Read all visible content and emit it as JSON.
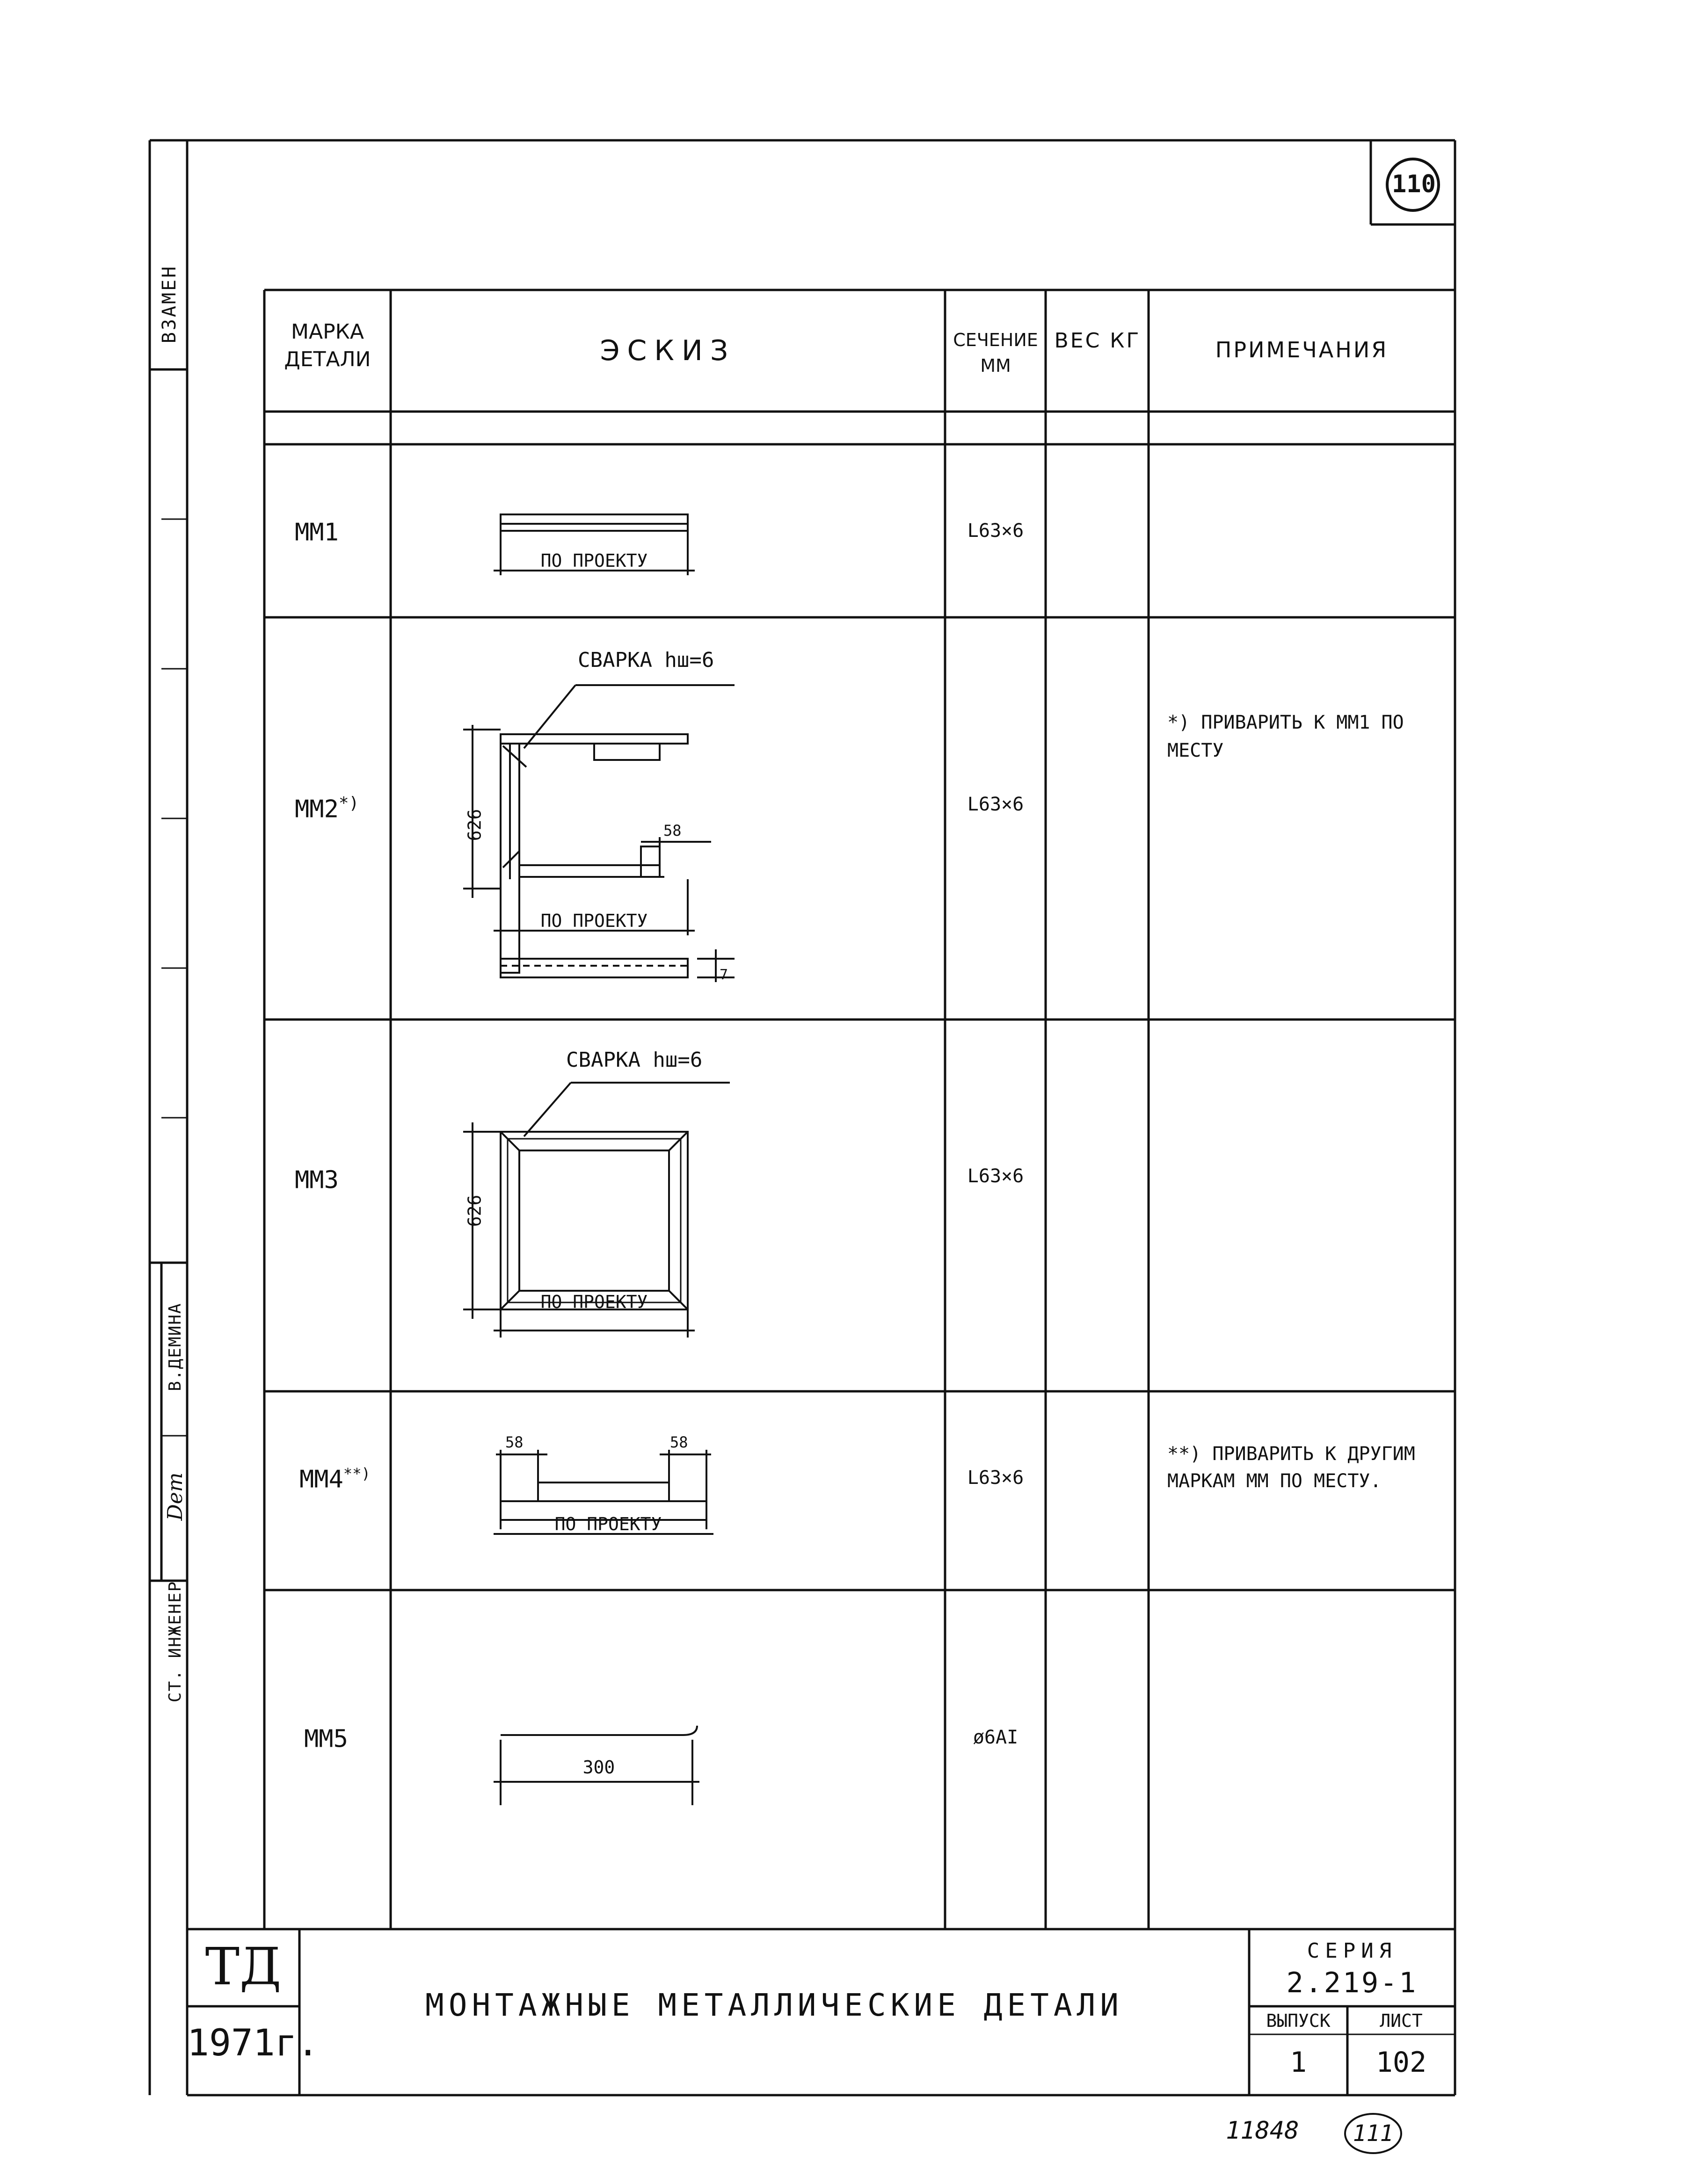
{
  "page_badge": "110",
  "side_stamp": {
    "vzamen": "ВЗАМЕН",
    "author": "В.ДЕМИНА",
    "position": "СТ. ИНЖЕНЕР",
    "signature": "Dem"
  },
  "table": {
    "headers": {
      "mark": "МАРКА ДЕТАЛИ",
      "sketch": "ЭСКИЗ",
      "section": "СЕЧЕНИЕ ММ",
      "weight": "ВЕС КГ",
      "notes": "ПРИМЕЧАНИЯ"
    },
    "rows": [
      {
        "mark": "ММ1",
        "mark_sup": "",
        "section": "L63×6",
        "weight": "",
        "note": "",
        "sketch": {
          "dim_bottom": "ПО ПРОЕКТУ"
        }
      },
      {
        "mark": "ММ2",
        "mark_sup": "*)",
        "section": "L63×6",
        "weight": "",
        "note": "*) ПРИВАРИТЬ К ММ1 ПО МЕСТУ",
        "sketch": {
          "weld": "СВАРКА hш=6",
          "dim_left": "626",
          "dim_small": "58",
          "dim_bottom": "ПО ПРОЕКТУ",
          "dim_side": "7"
        }
      },
      {
        "mark": "ММ3",
        "mark_sup": "",
        "section": "L63×6",
        "weight": "",
        "note": "",
        "sketch": {
          "weld": "СВАРКА hш=6",
          "dim_left": "626",
          "dim_bottom": "ПО ПРОЕКТУ"
        }
      },
      {
        "mark": "ММ4",
        "mark_sup": "**)",
        "section": "L63×6",
        "weight": "",
        "note": "**) ПРИВАРИТЬ К ДРУГИМ МАРКАМ ММ ПО МЕСТУ.",
        "sketch": {
          "dim_left": "58",
          "dim_right": "58",
          "dim_bottom": "ПО ПРОЕКТУ"
        }
      },
      {
        "mark": "ММ5",
        "mark_sup": "",
        "section": "ø6AI",
        "weight": "",
        "note": "",
        "sketch": {
          "dim_bottom": "300"
        }
      }
    ]
  },
  "title_block": {
    "org": "ТД",
    "year": "1971г.",
    "title": "МОНТАЖНЫЕ МЕТАЛЛИЧЕСКИЕ ДЕТАЛИ",
    "series_label": "СЕРИЯ",
    "series_value": "2.219-1",
    "issue_label": "ВЫПУСК",
    "issue_value": "1",
    "sheet_label": "ЛИСТ",
    "sheet_value": "102"
  },
  "footer": {
    "number": "11848",
    "page": "111"
  }
}
